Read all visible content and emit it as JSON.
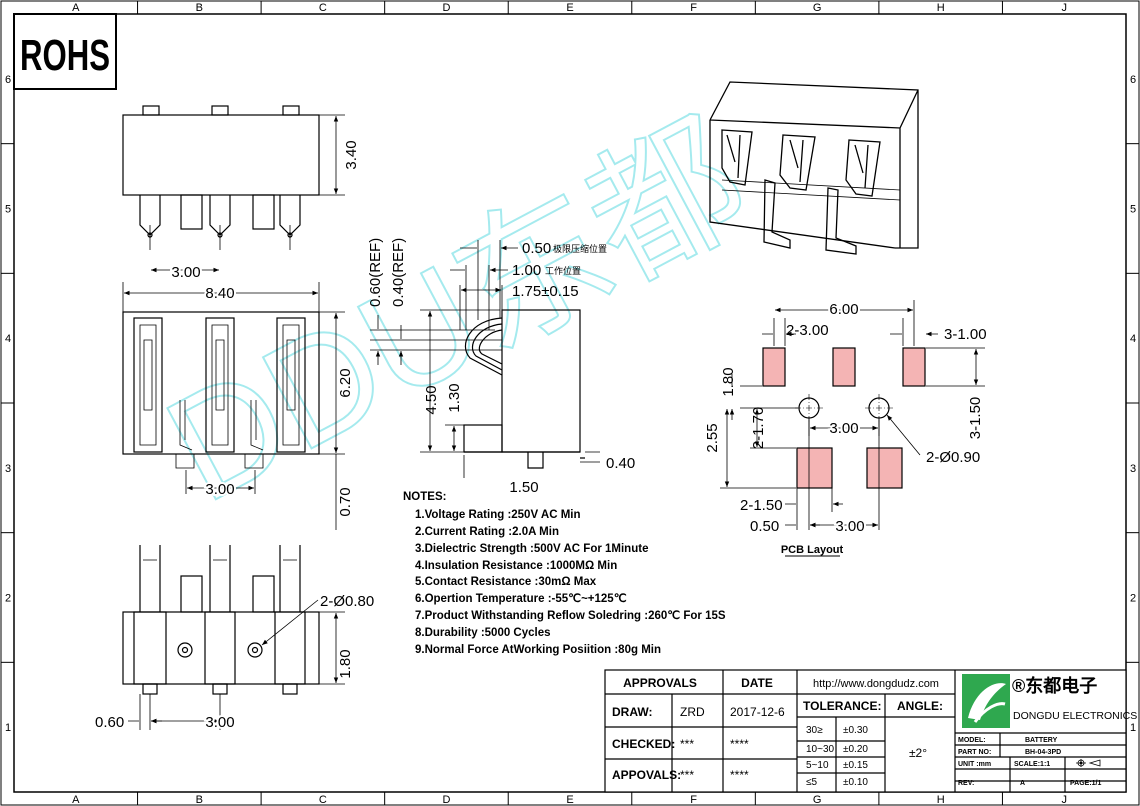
{
  "border": {
    "columns": [
      "A",
      "B",
      "C",
      "D",
      "E",
      "F",
      "G",
      "H",
      "J"
    ],
    "rows": [
      "6",
      "5",
      "4",
      "3",
      "2",
      "1"
    ]
  },
  "rohs": "ROHS",
  "watermark": "DDU东都",
  "front_view": {
    "dim_height": "3.40",
    "dim_pitch": "3.00"
  },
  "top_view": {
    "dim_width": "8.40",
    "dim_length": "6.20",
    "dim_pitch": "3.00",
    "dim_tail": "0.70"
  },
  "side_view": {
    "dim_050": "0.50",
    "note_050": "极限压缩位置",
    "dim_100": "1.00",
    "note_100": "工作位置",
    "dim_175": "1.75±0.15",
    "dim_060": "0.60(REF)",
    "dim_040": "0.40(REF)",
    "dim_450": "4.50",
    "dim_130": "1.30",
    "dim_040b": "0.40",
    "dim_150": "1.50"
  },
  "bottom_view": {
    "dim_holes": "2-Ø0.80",
    "dim_180": "1.80",
    "dim_060": "0.60",
    "dim_300": "3.00"
  },
  "pcb": {
    "dim_600": "6.00",
    "dim_2_300": "2-3.00",
    "dim_3_100": "3-1.00",
    "dim_180": "1.80",
    "dim_2_170": "2-1.70",
    "dim_3_150": "3-1.50",
    "dim_255": "2.55",
    "dim_300": "3.00",
    "dim_2_090": "2-Ø0.90",
    "dim_2_150": "2-1.50",
    "dim_050": "0.50",
    "dim_300b": "3.00",
    "title": "PCB Layout"
  },
  "notes": {
    "heading": "NOTES:",
    "items": [
      "1.Voltage Rating :250V AC Min",
      "2.Current Rating :2.0A Min",
      "3.Dielectric Strength :500V AC For 1Minute",
      "4.Insulation Resistance :1000MΩ Min",
      "5.Contact Resistance :30mΩ Max",
      "6.Opertion Temperature :-55℃~+125℃",
      "7.Product Withstanding Reflow Soledring :260℃ For 15S",
      "8.Durability :5000 Cycles",
      "9.Normal Force AtWorking Posiition :80g Min"
    ]
  },
  "title_block": {
    "approvals": "APPROVALS",
    "date": "DATE",
    "draw_label": "DRAW:",
    "draw_name": "ZRD",
    "draw_date": "2017-12-6",
    "checked_label": "CHECKED:",
    "checked_name": "***",
    "checked_date": "****",
    "appovals_label": "APPOVALS:",
    "appovals_name": "***",
    "appovals_date": "****",
    "website": "http://www.dongdudz.com",
    "tolerance": "TOLERANCE:",
    "angle": "ANGLE:",
    "angle_value": "±2°",
    "tol_rows": [
      {
        "range": "30≥",
        "value": "±0.30"
      },
      {
        "range": "10~30",
        "value": "±0.20"
      },
      {
        "range": "5~10",
        "value": "±0.15"
      },
      {
        "range": "≤5",
        "value": "±0.10"
      }
    ],
    "company_cn": "®东都电子",
    "company_en": "DONGDU ELECTRONICS",
    "model_label": "MODEL:",
    "model_value": "BATTERY",
    "part_label": "PART NO:",
    "part_value": "BH-04-3PD",
    "unit_label": "UNIT :mm",
    "scale_label": "SCALE:1:1",
    "rev_label": "REV:",
    "rev_value": "A",
    "page_label": "PAGE:1/1"
  }
}
